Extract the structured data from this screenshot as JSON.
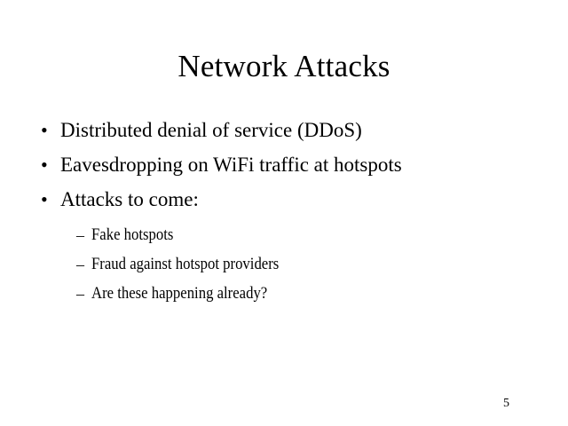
{
  "slide": {
    "title": "Network Attacks",
    "page_number": "5",
    "background_color": "#ffffff",
    "text_color": "#000000",
    "bullet_marker": "•",
    "sub_bullet_marker": "–",
    "bullets": [
      {
        "text": "Distributed denial of service (DDoS)"
      },
      {
        "text": "Eavesdropping on WiFi traffic at hotspots"
      },
      {
        "text": "Attacks to come:"
      }
    ],
    "sub_bullets": [
      {
        "text": "Fake hotspots"
      },
      {
        "text": "Fraud against hotspot providers"
      },
      {
        "text": "Are these happening already?"
      }
    ]
  }
}
